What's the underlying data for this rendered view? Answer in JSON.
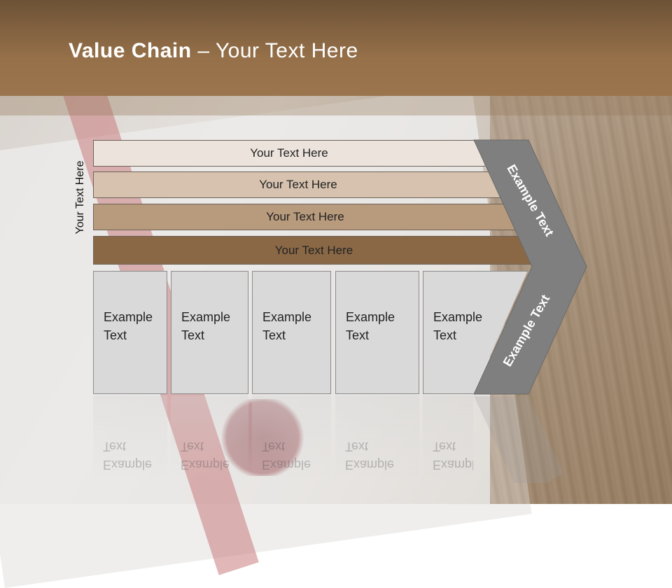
{
  "title": {
    "bold": "Value Chain",
    "rest": " – Your Text Here"
  },
  "side_label": "Your Text Here",
  "rows": [
    "Your Text Here",
    "Your Text Here",
    "Your Text Here",
    "Your Text Here"
  ],
  "columns": [
    {
      "line1": "Example",
      "line2": "Text"
    },
    {
      "line1": "Example",
      "line2": "Text"
    },
    {
      "line1": "Example",
      "line2": "Text"
    },
    {
      "line1": "Example",
      "line2": "Text"
    },
    {
      "line1": "Example",
      "line2": "Text"
    }
  ],
  "arrow": {
    "upper": "Example Text",
    "lower": "Example Text"
  },
  "colors": {
    "header": "#8b6a46",
    "row1": "#ece4dc",
    "row2": "#d6c2ae",
    "row3": "#b89a7c",
    "row4": "#8a6846",
    "columns": "#d9d9d9",
    "arrow": "#7f7f7f"
  }
}
